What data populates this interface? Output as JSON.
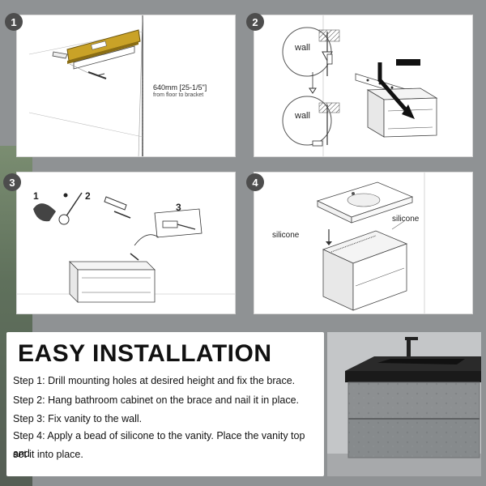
{
  "steps_badges": [
    "1",
    "2",
    "3",
    "4"
  ],
  "panel1": {
    "measure_main": "640mm  [25-1/5\"]",
    "measure_sub": "from floor to bracket"
  },
  "panel2": {
    "wall_label_top": "wall",
    "wall_label_bottom": "wall"
  },
  "panel3": {
    "detail_1": "1",
    "detail_2": "2",
    "detail_3": "3"
  },
  "panel4": {
    "silicone_left": "silicone",
    "silicone_right": "silicone"
  },
  "title": "EASY INSTALLATION",
  "instructions": [
    "Step 1: Drill mounting holes at desired height and fix the brace.",
    "Step 2: Hang bathroom cabinet on the brace and nail it in place.",
    "Step 3: Fix vanity to the wall.",
    "Step 4: Apply a bead of silicone to the vanity. Place the vanity top and",
    "set it into place."
  ],
  "colors": {
    "badge": "#4d4d4d",
    "level_tool": "#c9a227",
    "vanity_top": "#1e1e1e",
    "cabinet": "#8e9193"
  }
}
